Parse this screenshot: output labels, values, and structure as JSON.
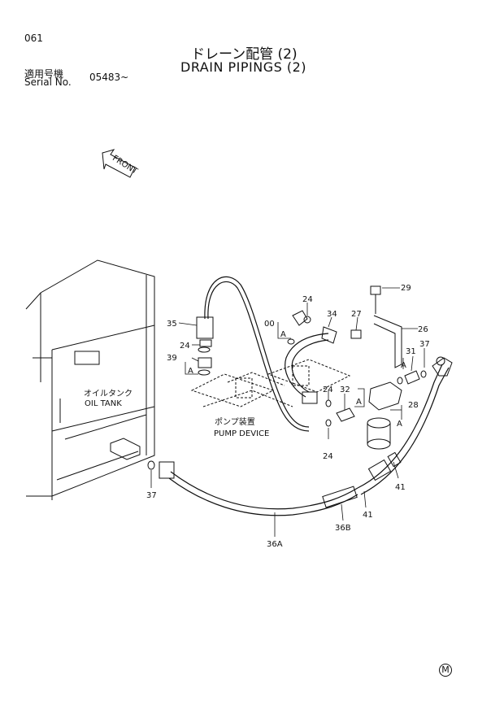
{
  "header": {
    "page_number": "061",
    "title_ja": "ドレーン配管 (2)",
    "title_en": "DRAIN PIPINGS (2)",
    "serial_label_ja": "適用号機",
    "serial_label_en": "Serial No.",
    "serial_value": "05483~"
  },
  "diagram": {
    "front_label": "FRONT",
    "oil_tank_ja": "オイルタンク",
    "oil_tank_en": "OIL TANK",
    "pump_ja": "ポンプ装置",
    "pump_en": "PUMP DEVICE",
    "callouts": {
      "c35": "35",
      "c24a": "24",
      "c39": "39",
      "c_a1": "A",
      "c24b": "24",
      "c00": "00",
      "c_a2": "A",
      "c34": "34",
      "c27": "27",
      "c29": "29",
      "c26": "26",
      "c31": "31",
      "c37a": "37",
      "c_a3": "A",
      "c24c": "24",
      "c32": "32",
      "c_a4": "A",
      "c24d": "24",
      "c28": "28",
      "c_a5": "A",
      "c37b": "37",
      "c36a": "36A",
      "c36b": "36B",
      "c41a": "41",
      "c41b": "41"
    }
  },
  "footer": {
    "mark": "M"
  }
}
